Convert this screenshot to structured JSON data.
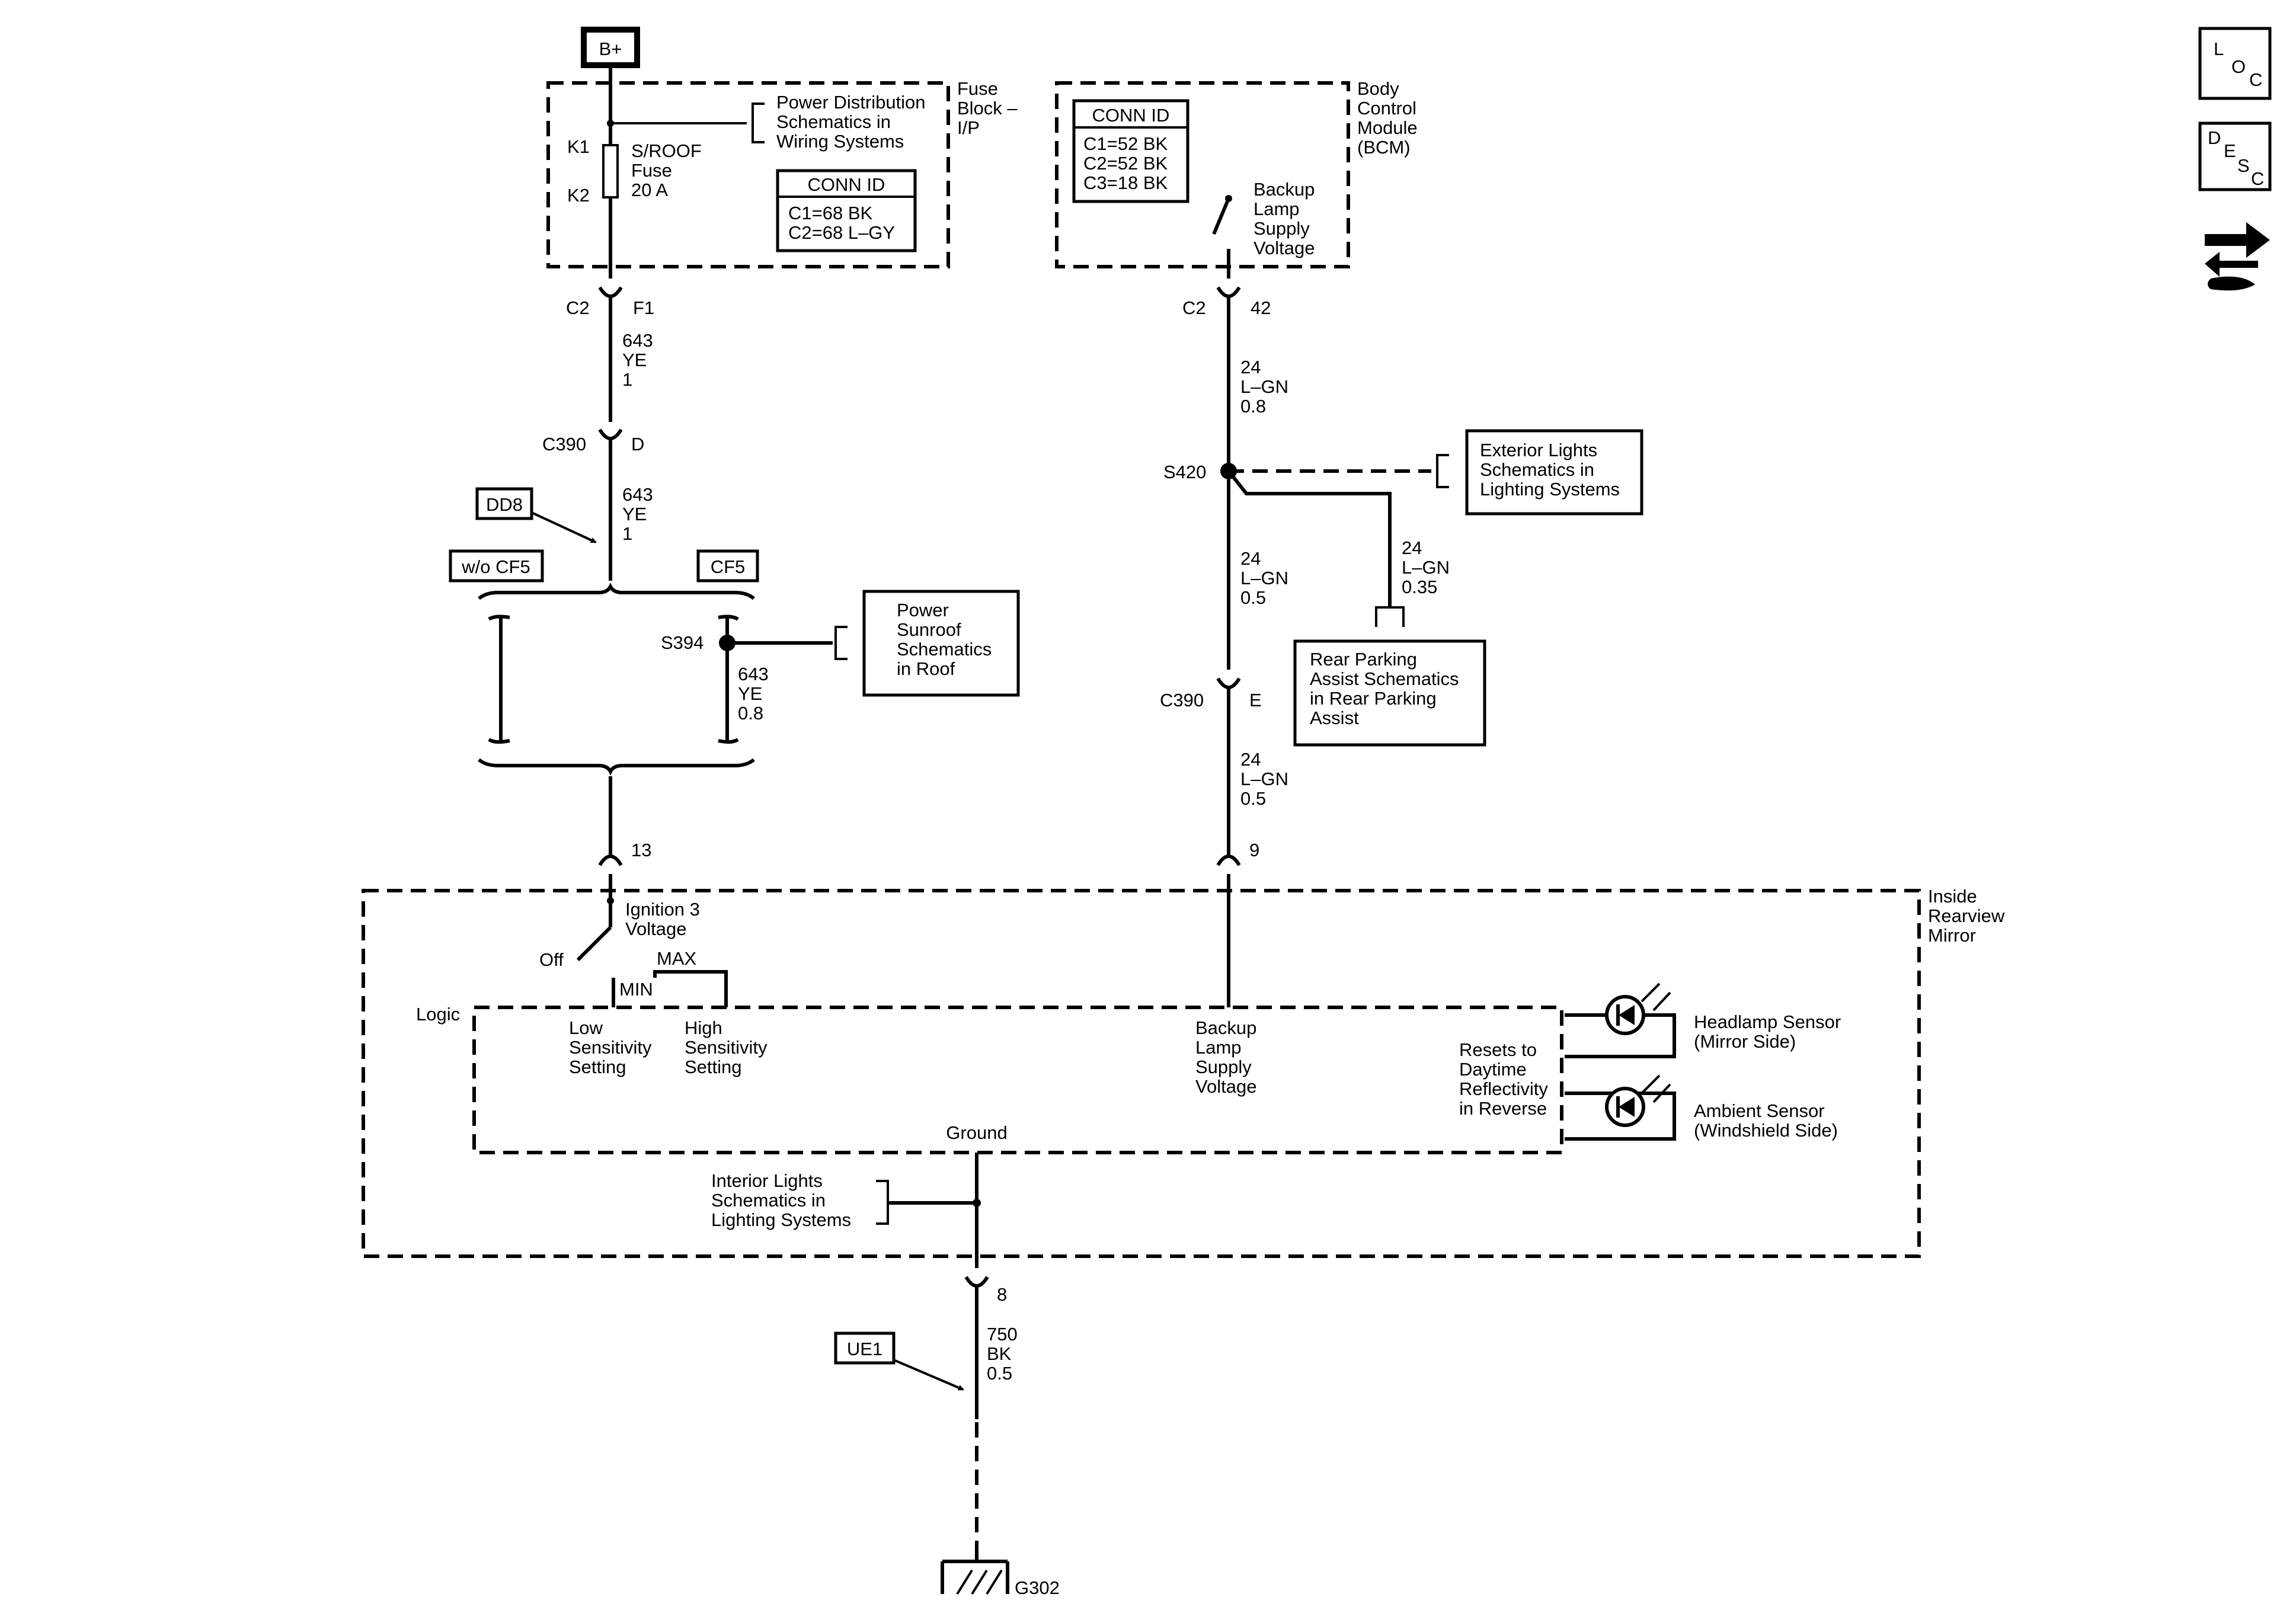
{
  "labels": {
    "battery": "B+",
    "fuse_block_title": [
      "Fuse",
      "Block –",
      "I/P"
    ],
    "power_dist": [
      "Power Distribution",
      "Schematics in",
      "Wiring Systems"
    ],
    "k1": "K1",
    "k2": "K2",
    "fuse": [
      "S/ROOF",
      "Fuse",
      "20 A"
    ],
    "fuse_conn_title": "CONN ID",
    "fuse_conn": [
      "C1=68 BK",
      "C2=68 L–GY"
    ],
    "c2_left": "C2",
    "f1": "F1",
    "wire_643_1": [
      "643",
      "YE",
      "1"
    ],
    "c390_left": "C390",
    "d": "D",
    "dd8": "DD8",
    "wire_643_1b": [
      "643",
      "YE",
      "1"
    ],
    "wo_cf5": "w/o CF5",
    "cf5": "CF5",
    "s394": "S394",
    "power_sunroof": [
      "Power",
      "Sunroof",
      "Schematics",
      "in Roof"
    ],
    "wire_643_08": [
      "643",
      "YE",
      "0.8"
    ],
    "pin13": "13",
    "bcm_title": [
      "Body",
      "Control",
      "Module",
      "(BCM)"
    ],
    "bcm_conn_title": "CONN ID",
    "bcm_conn": [
      "C1=52 BK",
      "C2=52 BK",
      "C3=18 BK"
    ],
    "backup_supply": [
      "Backup",
      "Lamp",
      "Supply",
      "Voltage"
    ],
    "c2_right": "C2",
    "pin42": "42",
    "wire_24_08": [
      "24",
      "L–GN",
      "0.8"
    ],
    "s420": "S420",
    "ext_lights": [
      "Exterior Lights",
      "Schematics in",
      "Lighting Systems"
    ],
    "wire_24_035": [
      "24",
      "L–GN",
      "0.35"
    ],
    "wire_24_05a": [
      "24",
      "L–GN",
      "0.5"
    ],
    "rear_parking": [
      "Rear Parking",
      "Assist Schematics",
      "in Rear Parking",
      "Assist"
    ],
    "c390_right": "C390",
    "e": "E",
    "wire_24_05b": [
      "24",
      "L–GN",
      "0.5"
    ],
    "pin9": "9",
    "mirror_title": [
      "Inside",
      "Rearview",
      "Mirror"
    ],
    "ign3": [
      "Ignition 3",
      "Voltage"
    ],
    "off": "Off",
    "max": "MAX",
    "min": "MIN",
    "logic": "Logic",
    "low_sens": [
      "Low",
      "Sensitivity",
      "Setting"
    ],
    "high_sens": [
      "High",
      "Sensitivity",
      "Setting"
    ],
    "backup_in": [
      "Backup",
      "Lamp",
      "Supply",
      "Voltage"
    ],
    "resets": [
      "Resets to",
      "Daytime",
      "Reflectivity",
      "in Reverse"
    ],
    "headlamp_sensor": [
      "Headlamp Sensor",
      "(Mirror Side)"
    ],
    "ambient_sensor": [
      "Ambient Sensor",
      "(Windshield Side)"
    ],
    "ground": "Ground",
    "interior_lights": [
      "Interior Lights",
      "Schematics in",
      "Lighting Systems"
    ],
    "pin8": "8",
    "ue1": "UE1",
    "wire_750": [
      "750",
      "BK",
      "0.5"
    ],
    "g302": "G302"
  },
  "side_icons": {
    "loc": [
      "L",
      "O",
      "C"
    ],
    "desc": [
      "D",
      "E",
      "S",
      "C"
    ],
    "nav": "arrows-wrench-icon"
  }
}
